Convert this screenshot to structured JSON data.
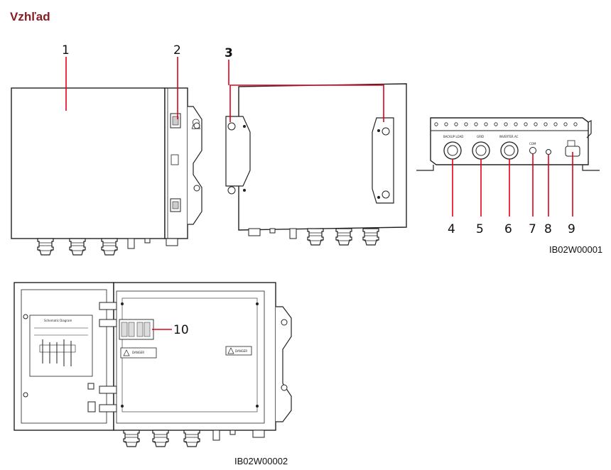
{
  "heading": "Vzhľad",
  "callouts": [
    "1",
    "2",
    "3",
    "4",
    "5",
    "6",
    "7",
    "8",
    "9",
    "10"
  ],
  "figure_codes": [
    "IB02W00001",
    "IB02W00002"
  ],
  "port_labels": [
    "BACKUP LOAD",
    "GRID",
    "INVERTER AC",
    "COM"
  ],
  "warning_label": "DANGER",
  "schematic_title": "Schematic Diagram",
  "colors": {
    "callout_line": "#e2001a",
    "heading": "#8a1c24"
  }
}
